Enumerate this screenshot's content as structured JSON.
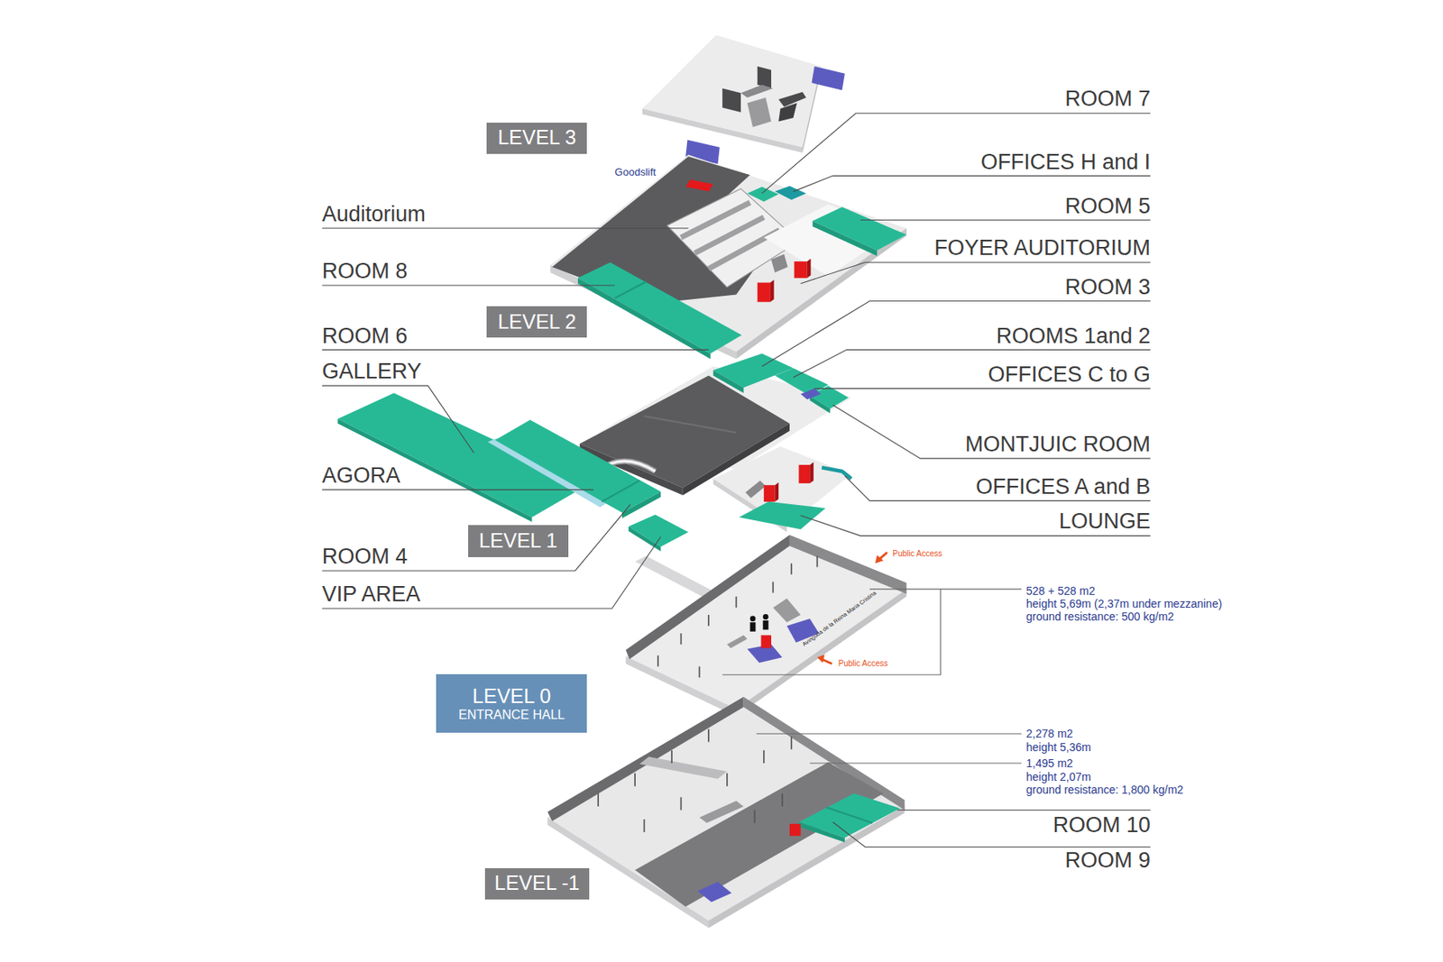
{
  "diagram": {
    "nodes": [
      {
        "text": [
          "LEVEL 3"
        ]
      },
      {
        "text": [
          "LEVEL 2"
        ]
      },
      {
        "text": [
          "LEVEL 1"
        ]
      },
      {
        "text": [
          "LEVEL 0",
          "ENTRANCE HALL"
        ]
      },
      {
        "text": [
          "LEVEL -1"
        ]
      }
    ],
    "labels": [
      "ROOM 7",
      "Goodslift",
      "OFFICES H and I",
      "Auditorium",
      "ROOM 5",
      "FOYER AUDITORIUM",
      "ROOM 8",
      "ROOM 3",
      "ROOMS 1and 2",
      "ROOM 6",
      "GALLERY",
      "OFFICES C to G",
      "MONTJUIC ROOM",
      "AGORA",
      "OFFICES A and B",
      "LOUNGE",
      "ROOM 4",
      "Public Access",
      "VIP AREA",
      "528 + 528 m2",
      "height 5,69m (2,37m under mezzanine)",
      "ground resistance: 500 kg/m2",
      "Avinguda de la Reina Maria Cristina",
      "Public Access",
      "2,278 m2",
      "height 5,36m",
      "1,495 m2",
      "height 2,07m",
      "ground resistance: 1,800 kg/m2",
      "ROOM 10",
      "ROOM 9"
    ]
  }
}
